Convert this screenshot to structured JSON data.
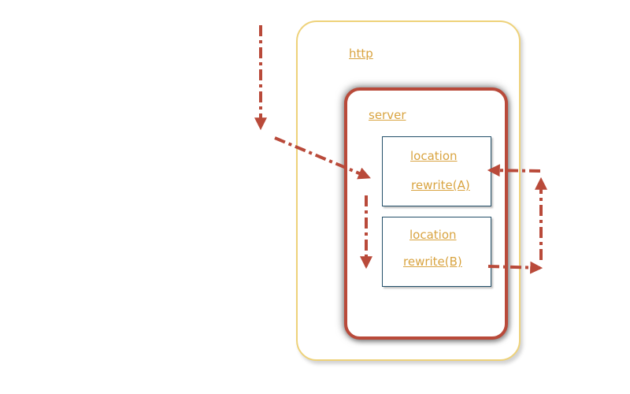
{
  "diagram": {
    "colors": {
      "http_border": "#eed27a",
      "server_border": "#b94a3a",
      "location_border": "#24506a",
      "label_text": "#d9a441",
      "arrow": "#b94a3a"
    },
    "http": {
      "label": "http"
    },
    "server": {
      "label": "server"
    },
    "location_a": {
      "label": "location",
      "rewrite": "rewrite(A)"
    },
    "location_b": {
      "label": "location",
      "rewrite": "rewrite(B)"
    }
  }
}
